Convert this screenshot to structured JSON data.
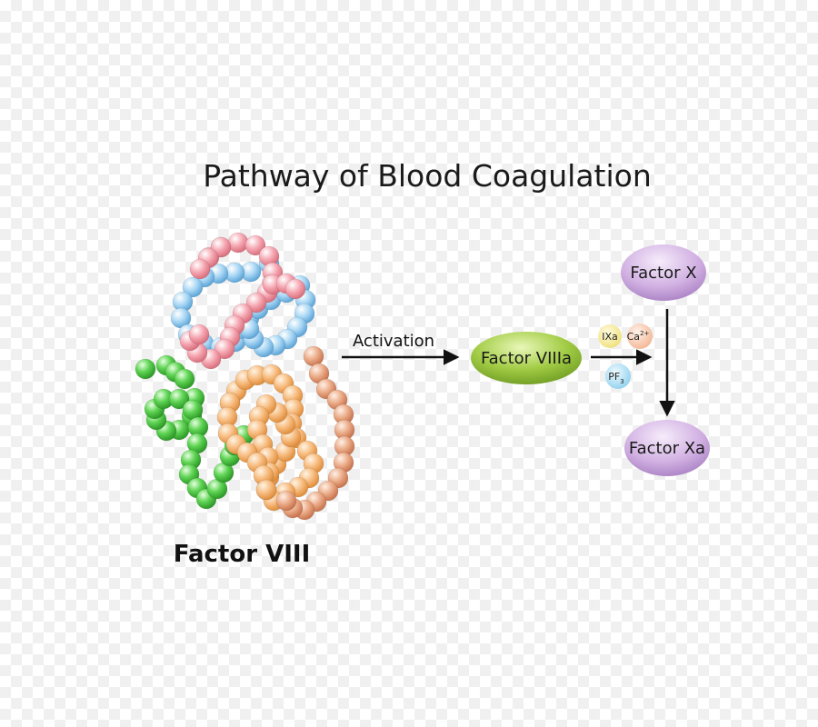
{
  "title": "Pathway of Blood Coagulation",
  "protein": {
    "label": "Factor VIII",
    "colors": {
      "pink": "#f29aa6",
      "blue": "#9fcff0",
      "green": "#4fcc45",
      "orange": "#f5b271",
      "brown": "#e4a17a"
    }
  },
  "activation": {
    "label": "Activation"
  },
  "nodes": {
    "factor_viiia": {
      "label": "Factor VIIIa",
      "color": "#8fc03a"
    },
    "factor_x": {
      "label": "Factor X",
      "color": "#c9a4dc"
    },
    "factor_xa": {
      "label": "Factor Xa",
      "color": "#c9a4dc"
    }
  },
  "cofactors": {
    "ixa": {
      "label": "IXa",
      "color": "#f3e98a"
    },
    "ca": {
      "label": "Ca",
      "superscript": "2+",
      "color": "#f8c6aa"
    },
    "pf": {
      "label": "PF",
      "subscript": "3",
      "color": "#a9dcf2"
    }
  }
}
